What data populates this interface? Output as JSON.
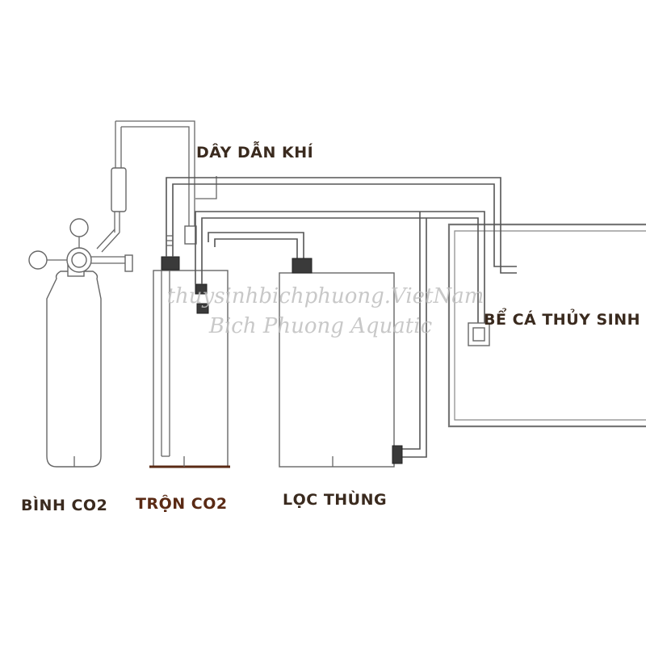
{
  "labels": {
    "gas_line": "DÂY DẪN KHÍ",
    "tank": "BỂ CÁ THỦY SINH",
    "co2_bottle": "BÌNH CO2",
    "co2_mixer": "TRỘN CO2",
    "canister_filter": "LỌC THÙNG"
  },
  "watermark": {
    "line1": "thuysinhbichphuong.VietNam",
    "line2": "Bich Phuong Aquatic"
  },
  "colors": {
    "label_text": "#3a2a1e",
    "mixer_text": "#5a2a14",
    "line": "#555555",
    "watermark": "#bfbfbf"
  }
}
